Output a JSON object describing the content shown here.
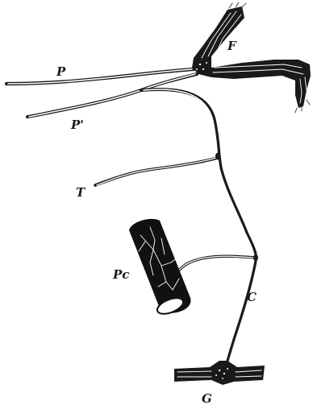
{
  "labels": {
    "F": "F",
    "P": "P",
    "P_prime": "P'",
    "T": "T",
    "Pc": "Pc",
    "C": "C",
    "G": "G"
  },
  "colors": {
    "ink": "#1a1a1a",
    "paper": "#ffffff"
  }
}
